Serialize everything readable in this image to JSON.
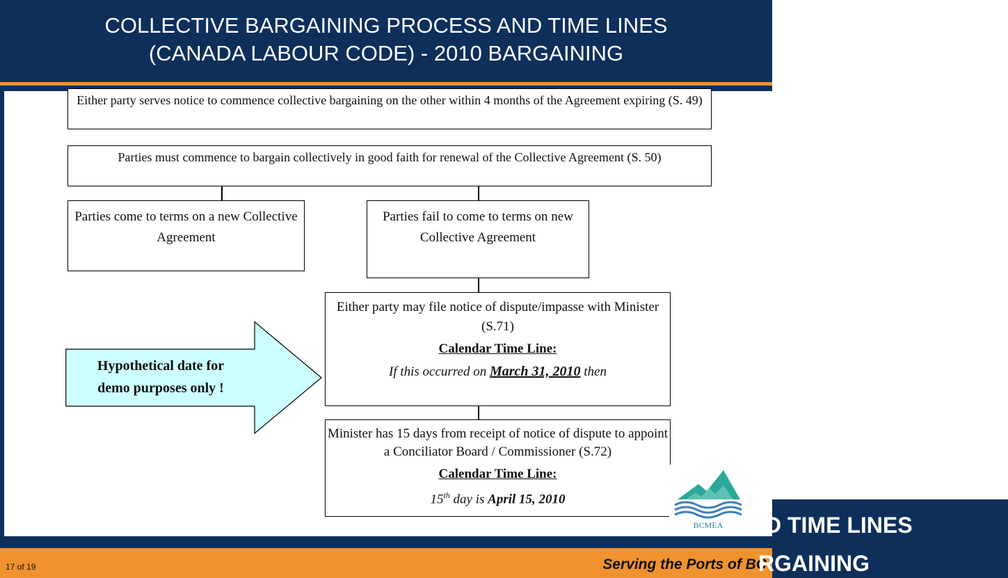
{
  "title": {
    "line1": "COLLECTIVE BARGAINING PROCESS AND TIME LINES",
    "line2": "(CANADA LABOUR CODE) - 2010 BARGAINING"
  },
  "flow": {
    "step1": "Either party serves notice to commence collective bargaining on the other within 4 months of the Agreement expiring (S. 49)",
    "step2": "Parties must commence to bargain collectively in good faith for renewal of the Collective Agreement (S. 50)",
    "agree": "Parties come to terms on a new Collective Agreement",
    "fail": "Parties fail to come to terms on new Collective Agreement",
    "dispute": {
      "text": "Either party may file notice of dispute/impasse with Minister (S.71)",
      "timeline_label": "Calendar Time Line:",
      "prefix": "If this occurred on",
      "date": "March 31, 2010",
      "suffix": "then"
    },
    "minister": {
      "text": "Minister has 15 days from receipt of notice of dispute to appoint a Conciliator Board / Commissioner (S.72)",
      "timeline_label": "Calendar Time Line:",
      "day_num": "15",
      "day_sup": "th",
      "day_text": "day is",
      "date": "April 15, 2010"
    }
  },
  "callout": {
    "line1": "Hypothetical date for",
    "line2": "demo purposes only !"
  },
  "footer": {
    "page": "17 of 19",
    "tagline": "Serving the Ports of BC"
  },
  "logo": {
    "text": "BCMEA"
  },
  "background_slide": {
    "line1": "D TIME LINES",
    "line2": "RGAINING"
  },
  "colors": {
    "navy": "#0e2f5a",
    "orange": "#f0922d",
    "callout_fill": "#ccffff",
    "logo_teal": "#2aa89a"
  }
}
